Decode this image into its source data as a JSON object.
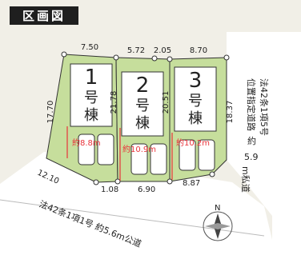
{
  "header": {
    "title": "区画図"
  },
  "lots": [
    {
      "no": "1",
      "label": "号",
      "label2": "棟",
      "dist": "約8.8m"
    },
    {
      "no": "2",
      "label": "号",
      "label2": "棟",
      "dist": "約10.9m"
    },
    {
      "no": "3",
      "label": "号",
      "label2": "棟",
      "dist": "約10.2m"
    }
  ],
  "dims": {
    "top1": "7.50",
    "top2": "5.72",
    "top3": "2.05",
    "top4": "8.70",
    "left": "17.70",
    "mid12": "21.78",
    "mid23": "20.51",
    "right": "18.37",
    "bottom_left": "12.10",
    "bottom1": "1.08",
    "bottom2": "6.90",
    "bottom3": "8.87"
  },
  "roads": {
    "east_line1": "法42条1項5号",
    "east_line2": "位置指定道路",
    "east_line3": "約",
    "east_line4": "5.9",
    "east_line5": "m私道",
    "south": "法42条1項1号 約5.6m公道"
  },
  "compass": {
    "north": "N"
  },
  "colors": {
    "accent_red": "#e8333a",
    "lot_fill": "#c6de9c",
    "road_fill": "#ffffff"
  }
}
